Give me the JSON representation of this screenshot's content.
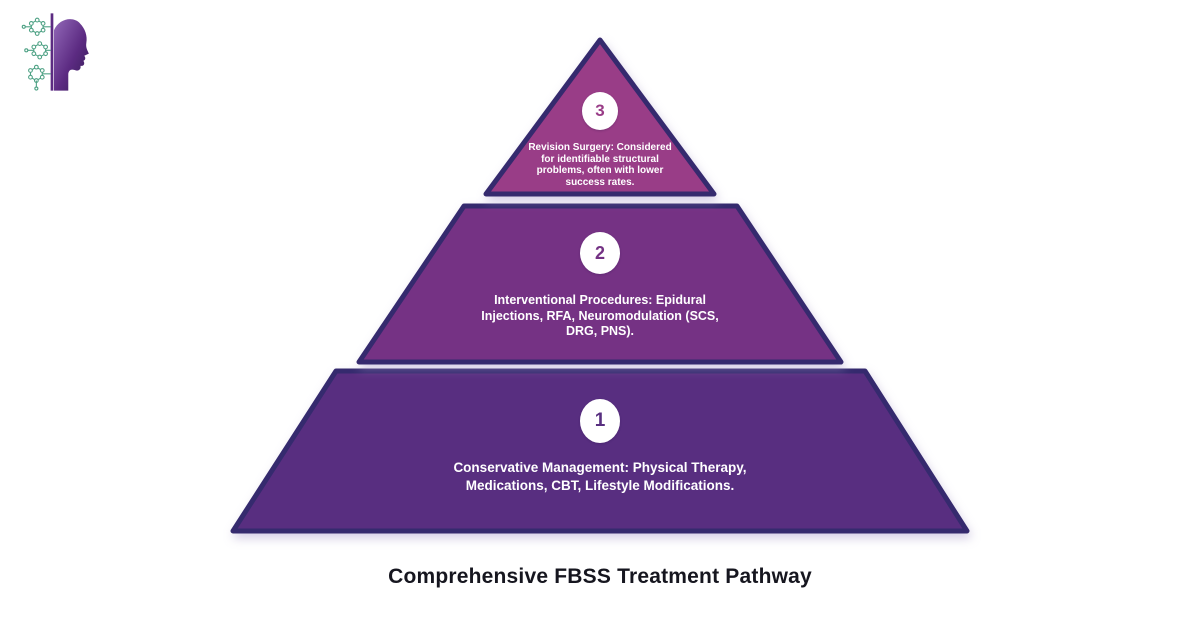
{
  "page": {
    "background": "#ffffff",
    "title": "Comprehensive FBSS Treatment Pathway"
  },
  "logo": {
    "description": "head-profile-with-molecules-logo",
    "head_color": "#5c2b82",
    "molecule_color": "#4da184"
  },
  "pyramid": {
    "border_color": "#342a6e",
    "shadow_color": "#a496c9",
    "levels": [
      {
        "number": "1",
        "label": "Conservative Management: Physical Therapy,\nMedications, CBT, Lifestyle Modifications.",
        "fill": "#582f80"
      },
      {
        "number": "2",
        "label": "Interventional Procedures: Epidural\nInjections, RFA, Neuromodulation (SCS,\nDRG, PNS).",
        "fill": "#743284"
      },
      {
        "number": "3",
        "label": "Revision Surgery: Considered\nfor identifiable structural\nproblems, often with lower\nsuccess rates.",
        "fill": "#993c87"
      }
    ]
  }
}
